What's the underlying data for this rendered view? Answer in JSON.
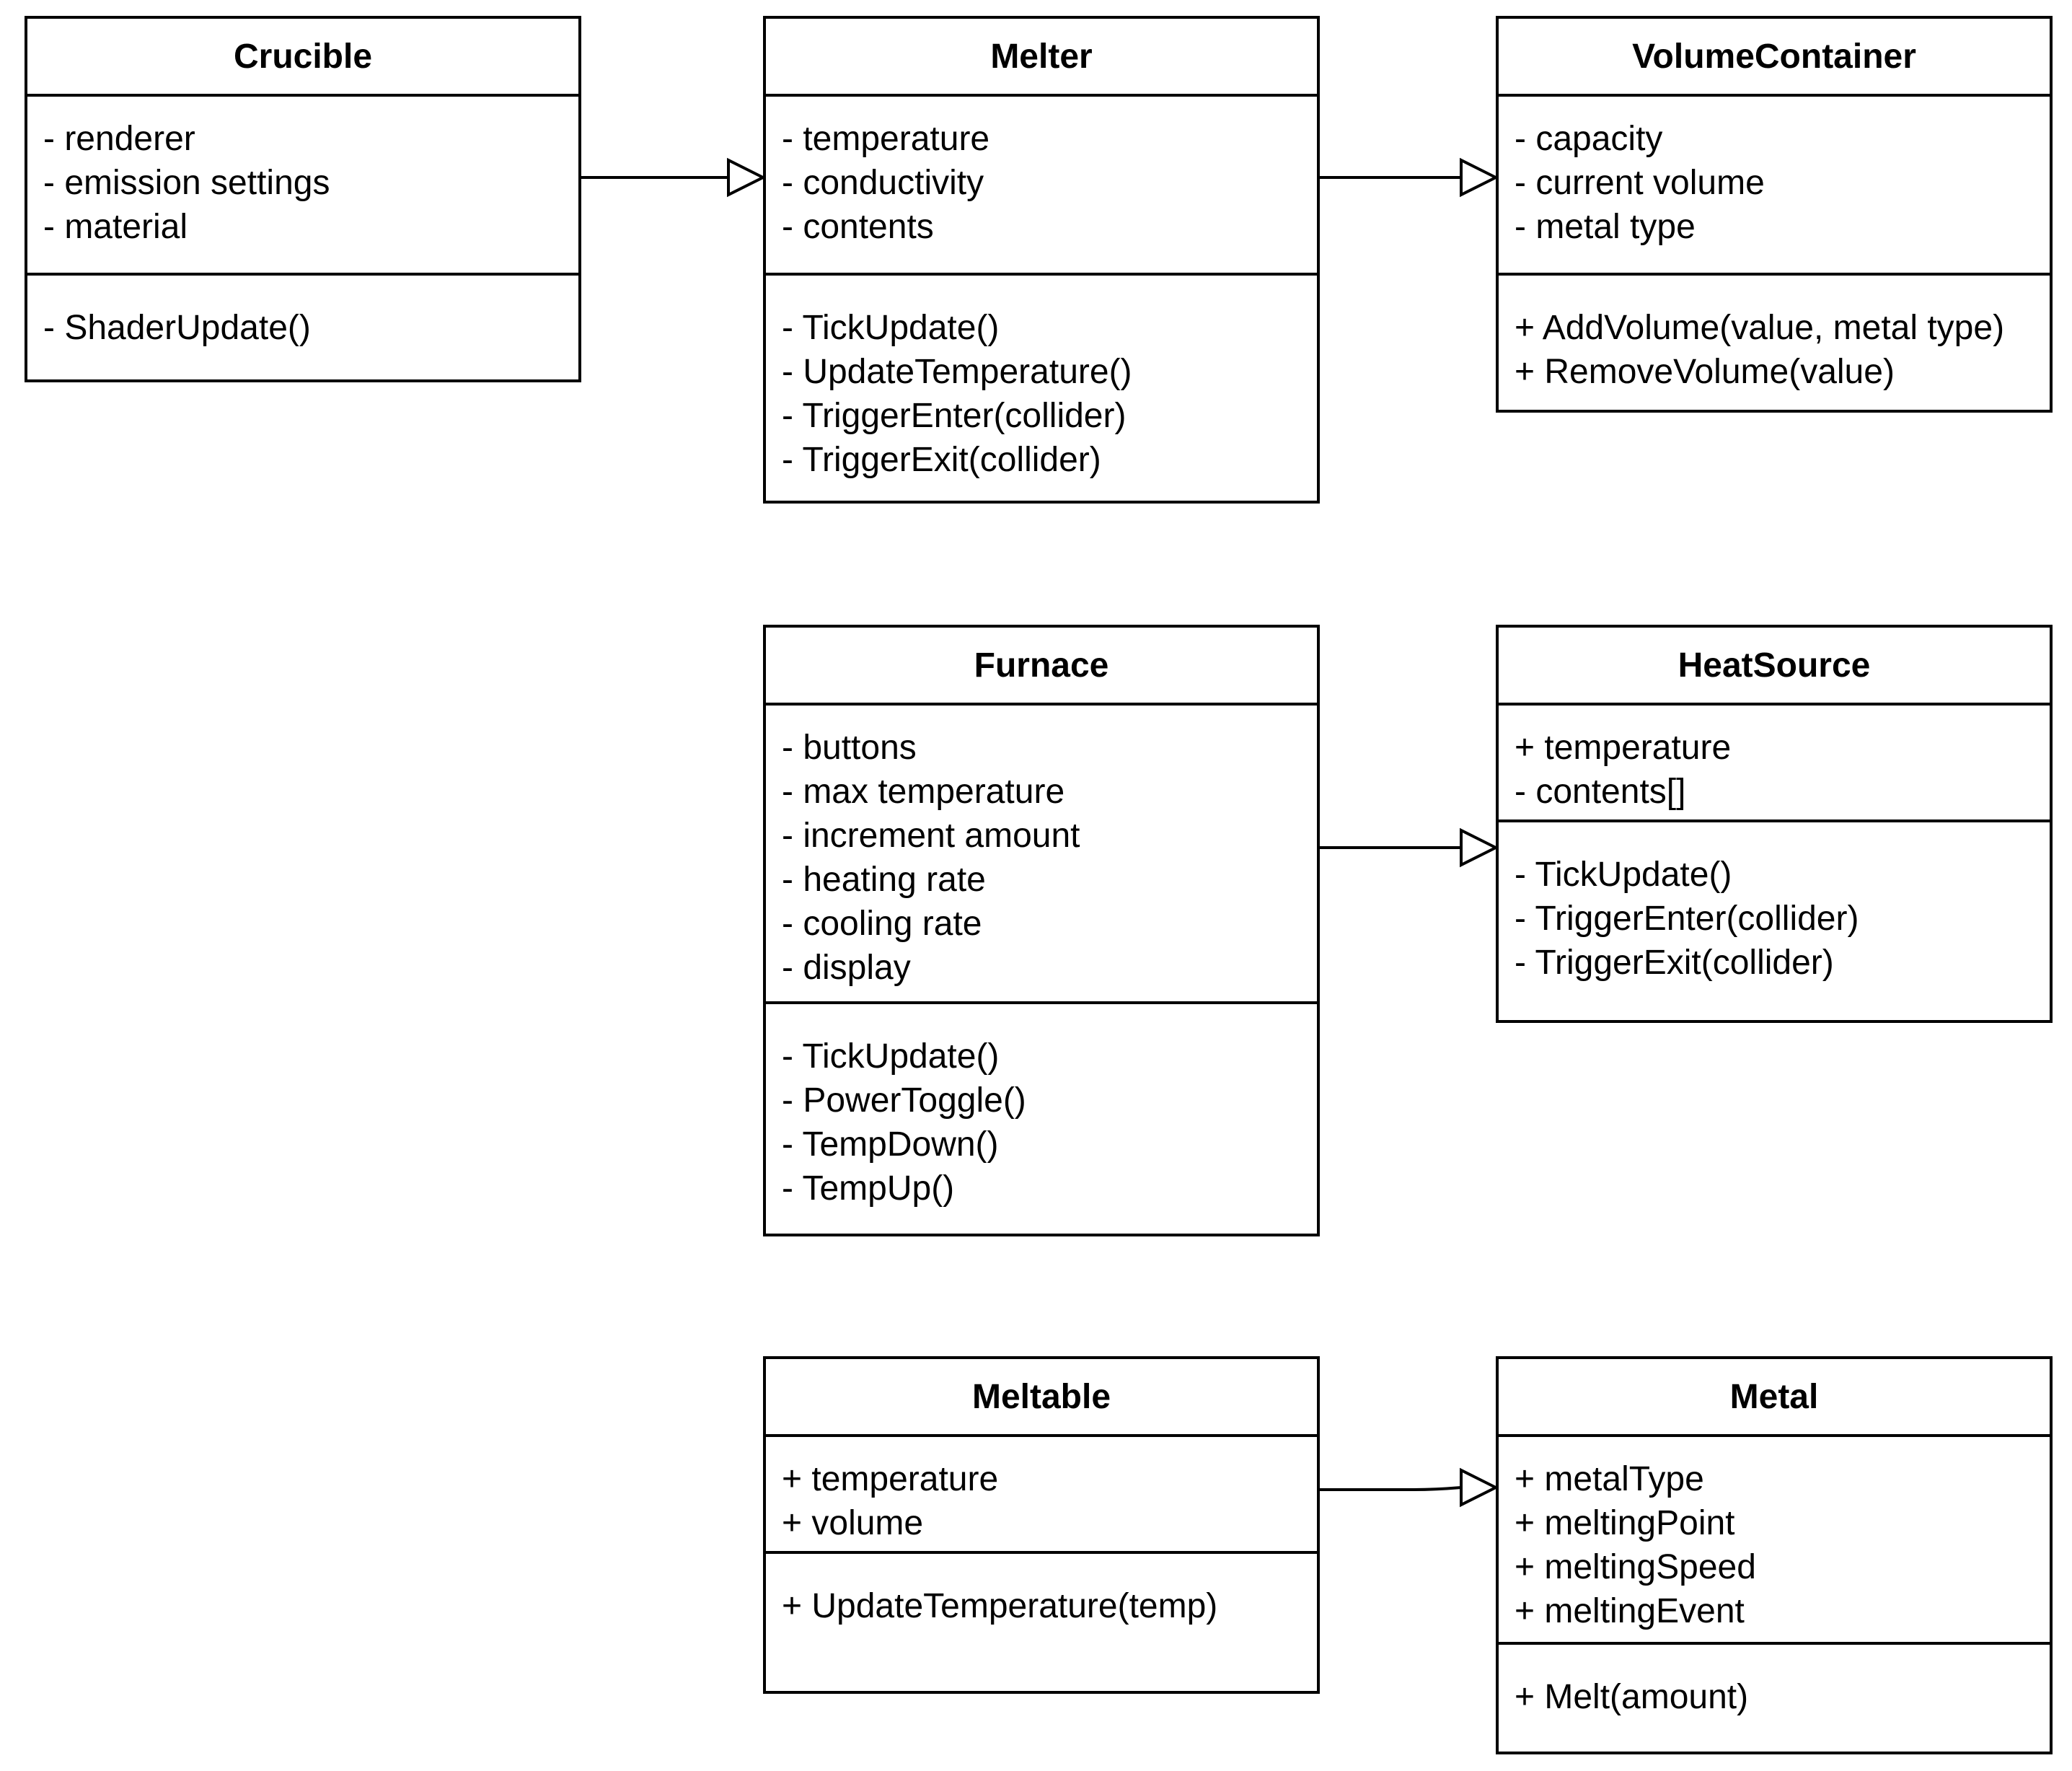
{
  "classes": {
    "crucible": {
      "name": "Crucible",
      "attributes": [
        "- renderer",
        "- emission settings",
        "- material"
      ],
      "operations": [
        "- ShaderUpdate()"
      ]
    },
    "melter": {
      "name": "Melter",
      "attributes": [
        "- temperature",
        "- conductivity",
        "- contents"
      ],
      "operations": [
        "- TickUpdate()",
        "- UpdateTemperature()",
        "- TriggerEnter(collider)",
        "- TriggerExit(collider)"
      ]
    },
    "volumecontainer": {
      "name": "VolumeContainer",
      "attributes": [
        "- capacity",
        "- current volume",
        "- metal type"
      ],
      "operations": [
        "+ AddVolume(value, metal type)",
        "+ RemoveVolume(value)"
      ]
    },
    "furnace": {
      "name": "Furnace",
      "attributes": [
        "- buttons",
        "- max temperature",
        "- increment amount",
        "- heating rate",
        "- cooling rate",
        "- display"
      ],
      "operations": [
        "- TickUpdate()",
        "- PowerToggle()",
        "- TempDown()",
        "- TempUp()"
      ]
    },
    "heatsource": {
      "name": "HeatSource",
      "attributes": [
        "+ temperature",
        "- contents[]"
      ],
      "operations": [
        "- TickUpdate()",
        "- TriggerEnter(collider)",
        "- TriggerExit(collider)"
      ]
    },
    "meltable": {
      "name": "Meltable",
      "attributes": [
        "+ temperature",
        "+ volume"
      ],
      "operations": [
        "+ UpdateTemperature(temp)"
      ]
    },
    "metal": {
      "name": "Metal",
      "attributes": [
        "+ metalType",
        "+ meltingPoint",
        "+ meltingSpeed",
        "+ meltingEvent"
      ],
      "operations": [
        "+ Melt(amount)"
      ]
    }
  },
  "relationships": [
    {
      "from": "crucible",
      "to": "melter",
      "type": "generalization"
    },
    {
      "from": "melter",
      "to": "volumecontainer",
      "type": "generalization"
    },
    {
      "from": "furnace",
      "to": "heatsource",
      "type": "generalization"
    },
    {
      "from": "meltable",
      "to": "metal",
      "type": "generalization"
    }
  ],
  "colors": {
    "line": "#000000",
    "background": "#ffffff"
  }
}
